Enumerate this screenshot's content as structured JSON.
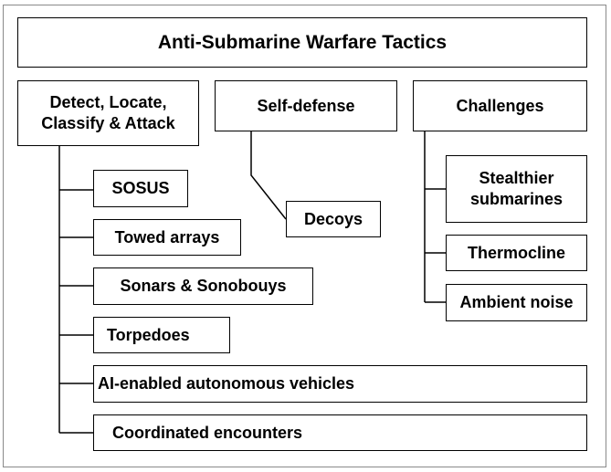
{
  "title": "Anti-Submarine Warfare Tactics",
  "columns": [
    {
      "heading": "Detect, Locate,\nClassify & Attack",
      "items": [
        "SOSUS",
        "Towed arrays",
        "Sonars & Sonobouys",
        "Torpedoes",
        "AI-enabled autonomous vehicles",
        "Coordinated encounters"
      ]
    },
    {
      "heading": "Self-defense",
      "items": [
        "Decoys"
      ]
    },
    {
      "heading": "Challenges",
      "items": [
        "Stealthier\nsubmarines",
        "Thermocline",
        "Ambient noise"
      ]
    }
  ]
}
